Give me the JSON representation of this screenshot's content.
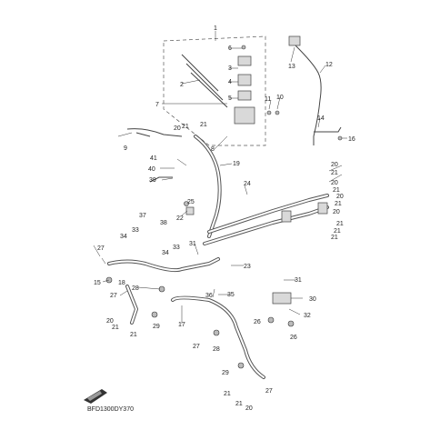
{
  "diagram_code": "BFD1300DY370",
  "callouts": [
    "1",
    "2",
    "3",
    "4",
    "5",
    "6",
    "7",
    "8",
    "9",
    "10",
    "11",
    "12",
    "13",
    "14",
    "15",
    "16",
    "17",
    "18",
    "19",
    "20",
    "21",
    "22",
    "23",
    "24",
    "25",
    "26",
    "27",
    "28",
    "29",
    "30",
    "31",
    "32",
    "33",
    "34",
    "35",
    "36",
    "37",
    "38",
    "39",
    "40",
    "41"
  ],
  "icons": {
    "front_indicator": "front-arrow-icon"
  },
  "colors": {
    "line": "#444444",
    "hose": "#555555",
    "background": "#ffffff"
  }
}
